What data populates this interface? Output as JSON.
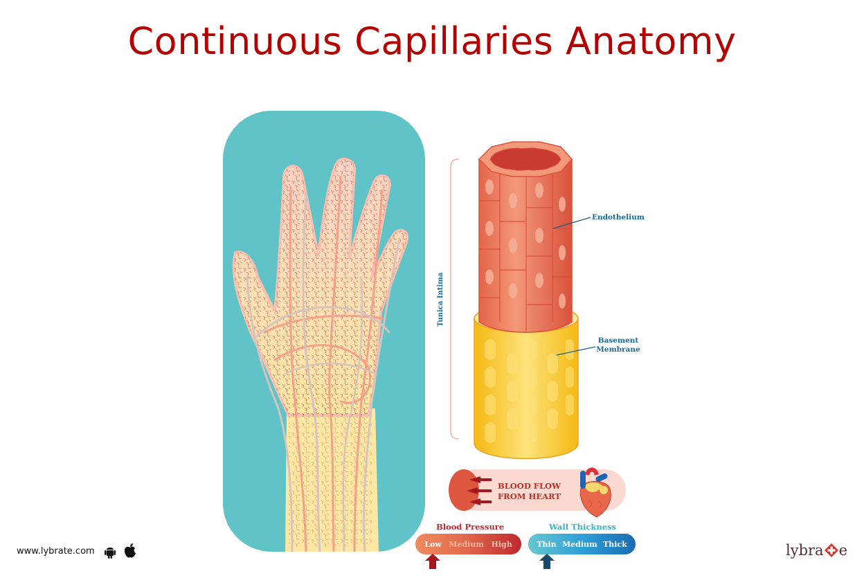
{
  "title": "Continuous Capillaries Anatomy",
  "labels": {
    "endothelium": "Endothelium",
    "basement_membrane_line1": "Basement",
    "basement_membrane_line2": "Membrane",
    "tunica_intima": "Tunica Intima"
  },
  "flow": {
    "line1": "BLOOD FLOW",
    "line2": "FROM HEART"
  },
  "blood_pressure": {
    "title": "Blood Pressure",
    "options": [
      "Low",
      "Medium",
      "High"
    ],
    "selected": "Low",
    "color": "#c0282f"
  },
  "wall_thickness": {
    "title": "Wall Thickness",
    "options": [
      "Thin",
      "Medium",
      "Thick"
    ],
    "selected": "Thin",
    "color": "#3bb3c0"
  },
  "footer": {
    "url": "www.lybrate.com",
    "icons": [
      "android-icon",
      "apple-icon"
    ],
    "brand_left": "lybra",
    "brand_right": "e"
  },
  "colors": {
    "title": "#b30000",
    "panel_bg": "#5fc3c8",
    "label_blue": "#1a6a99",
    "endothelium": "#e8765a",
    "basement_membrane": "#f7c52b"
  }
}
